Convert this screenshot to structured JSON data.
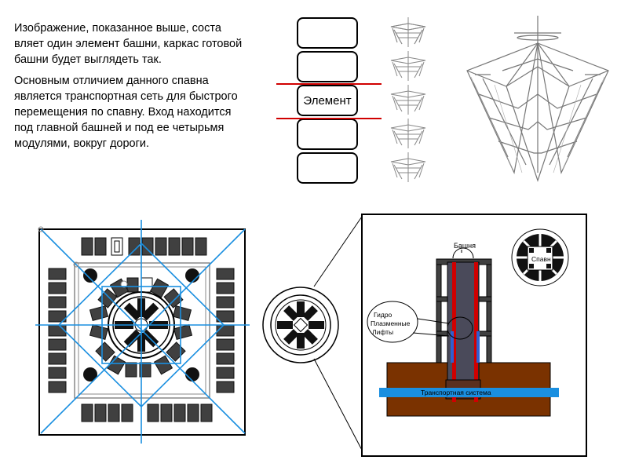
{
  "text": {
    "paragraph1": "Изображение, показанное выше, соста вляет один элемент башни, каркас готовой башни будет выглядеть так.",
    "paragraph2": "Основным отличием данного спавна является транспортная сеть для быстрого перемещения по спавну. Вход находится под главной башней и под ее четырьмя модулями, вокруг дороги."
  },
  "stack": {
    "element_label": "Элемент"
  },
  "section": {
    "tower_label": "Башня",
    "spawn_label": "Спавн",
    "lift_label_1": "Гидро",
    "lift_label_2": "Плазменные",
    "lift_label_3": "Лифты",
    "transport_label": "Транспортная система"
  },
  "colors": {
    "blue_guides": "#1a8fe0",
    "red_lines": "#d00000",
    "ground_brown": "#7a3200",
    "transport_blue": "#1a8fe0",
    "dark_block": "#404040"
  }
}
